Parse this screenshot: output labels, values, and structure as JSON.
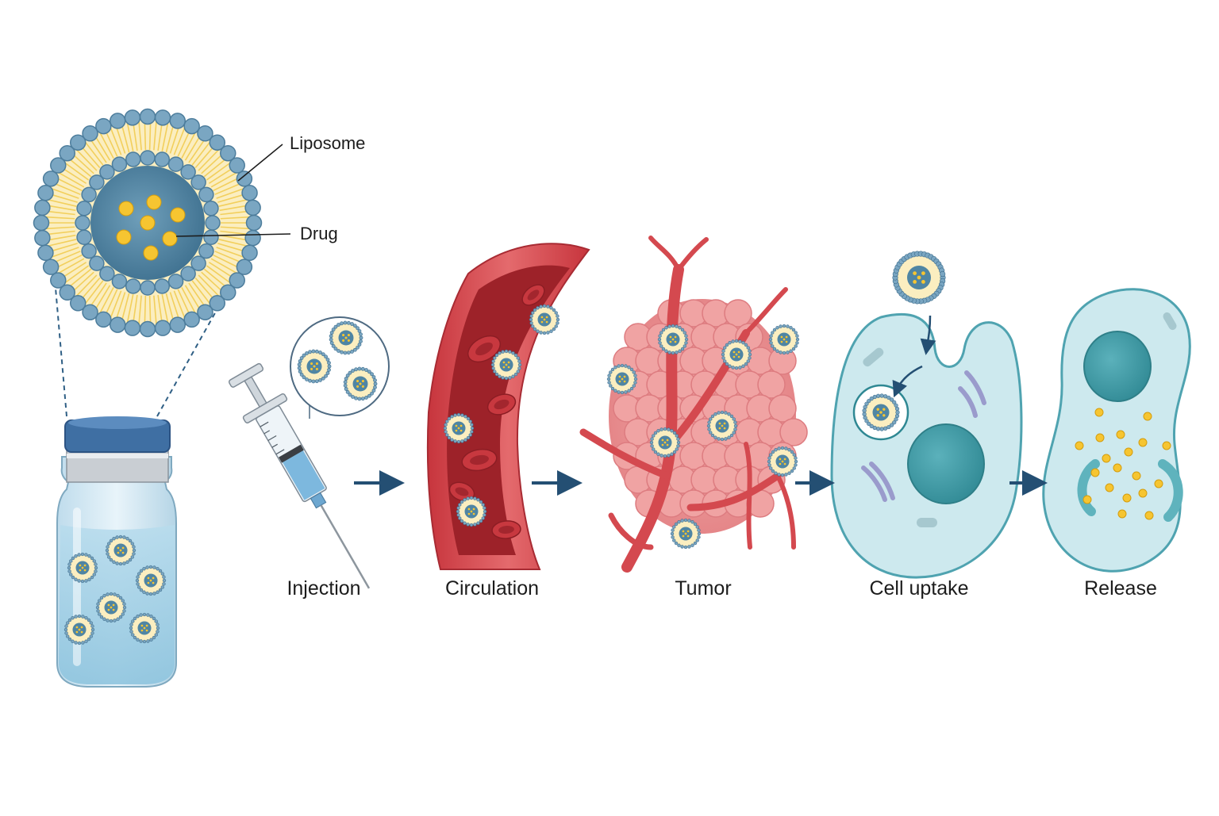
{
  "callouts": {
    "liposome": "Liposome",
    "drug": "Drug"
  },
  "stages": [
    {
      "id": "injection",
      "label": "Injection"
    },
    {
      "id": "circulation",
      "label": "Circulation"
    },
    {
      "id": "tumor",
      "label": "Tumor"
    },
    {
      "id": "cell_uptake",
      "label": "Cell uptake"
    },
    {
      "id": "release",
      "label": "Release"
    }
  ],
  "colors": {
    "head": "#7aa6c2",
    "tail": "#f2cf5c",
    "core": "#4f85a3",
    "drug": "#f6c531",
    "vial_cap": "#3f6fa3",
    "vessel": "#d8464d",
    "blood_cell": "#c8383f",
    "tumor": "#ec9697",
    "cell_fill": "#cde9ee",
    "cell_border": "#4fa3b0",
    "nucleus": "#3c9aa6",
    "arrow": "#244f73"
  }
}
